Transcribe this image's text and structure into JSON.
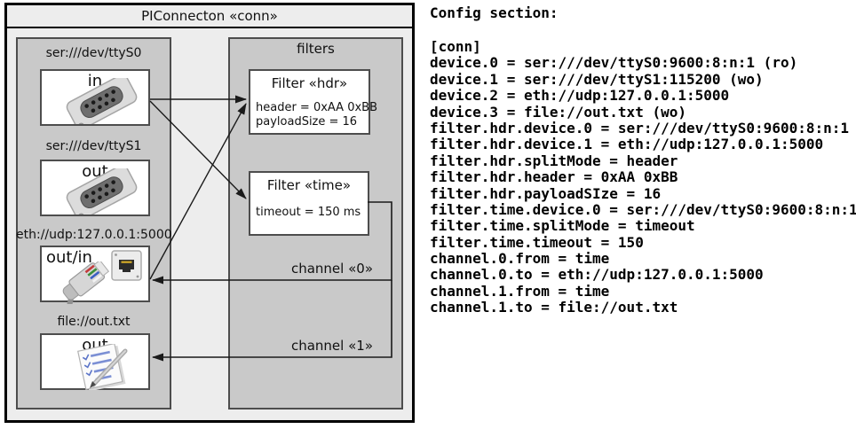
{
  "colors": {
    "frame_bg": "#ededed",
    "frame_border": "#000000",
    "panel_bg": "#c9c9c9",
    "border_dark": "#4d4d4d",
    "box_bg": "#ffffff",
    "line": "#1a1a1a"
  },
  "diagram": {
    "title": "PIConnecton «conn»",
    "devices_panel": {
      "devices": [
        {
          "label": "ser:///dev/ttyS0",
          "name": "in",
          "icon": "db9-serial-connector"
        },
        {
          "label": "ser:///dev/ttyS1",
          "name": "out",
          "icon": "db9-serial-connector"
        },
        {
          "label": "eth://udp:127.0.0.1:5000",
          "name": "out/in",
          "icon": "ethernet-plug-and-jack"
        },
        {
          "label": "file://out.txt",
          "name": "out",
          "icon": "notepad-with-pen"
        }
      ]
    },
    "filters_panel": {
      "title": "filters",
      "filters": [
        {
          "title": "Filter «hdr»",
          "attributes": [
            "header = 0xAA 0xBB",
            "payloadSize = 16"
          ]
        },
        {
          "title": "Filter «time»",
          "attributes": [
            "timeout = 150 ms"
          ]
        }
      ]
    },
    "channels": [
      {
        "label": "channel «0»"
      },
      {
        "label": "channel «1»"
      }
    ]
  },
  "config": {
    "heading": "Config section:",
    "lines": [
      "[conn]",
      "device.0 = ser:///dev/ttyS0:9600:8:n:1 (ro)",
      "device.1 = ser:///dev/ttyS1:115200 (wo)",
      "device.2 = eth://udp:127.0.0.1:5000",
      "device.3 = file://out.txt (wo)",
      "filter.hdr.device.0 = ser:///dev/ttyS0:9600:8:n:1",
      "filter.hdr.device.1 = eth://udp:127.0.0.1:5000",
      "filter.hdr.splitMode = header",
      "filter.hdr.header = 0xAA 0xBB",
      "filter.hdr.payloadSIze = 16",
      "filter.time.device.0 = ser:///dev/ttyS0:9600:8:n:1",
      "filter.time.splitMode = timeout",
      "filter.time.timeout = 150",
      "channel.0.from = time",
      "channel.0.to = eth://udp:127.0.0.1:5000",
      "channel.1.from = time",
      "channel.1.to = file://out.txt"
    ]
  }
}
